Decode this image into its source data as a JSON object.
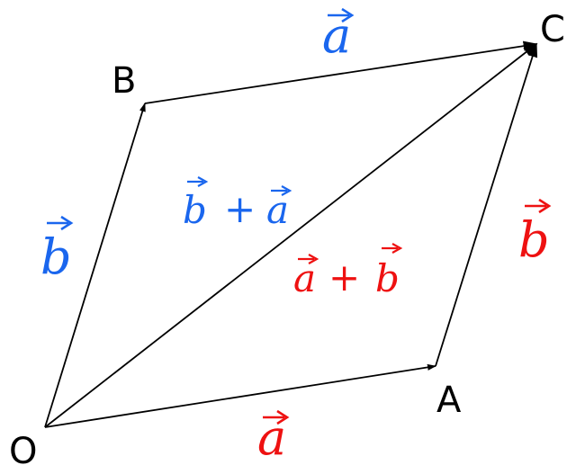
{
  "diagram": {
    "points": {
      "O": "O",
      "A": "A",
      "B": "B",
      "C": "C"
    },
    "labels": {
      "a_top": "a",
      "a_bottom": "a",
      "b_left": "b",
      "b_right": "b",
      "sum_blue": {
        "first": "b",
        "plus": "+",
        "second": "a"
      },
      "sum_red": {
        "first": "a",
        "plus": "+",
        "second": "b"
      }
    },
    "colors": {
      "blue": "#1a66ee",
      "red": "#ee1111",
      "line": "#000000"
    }
  }
}
